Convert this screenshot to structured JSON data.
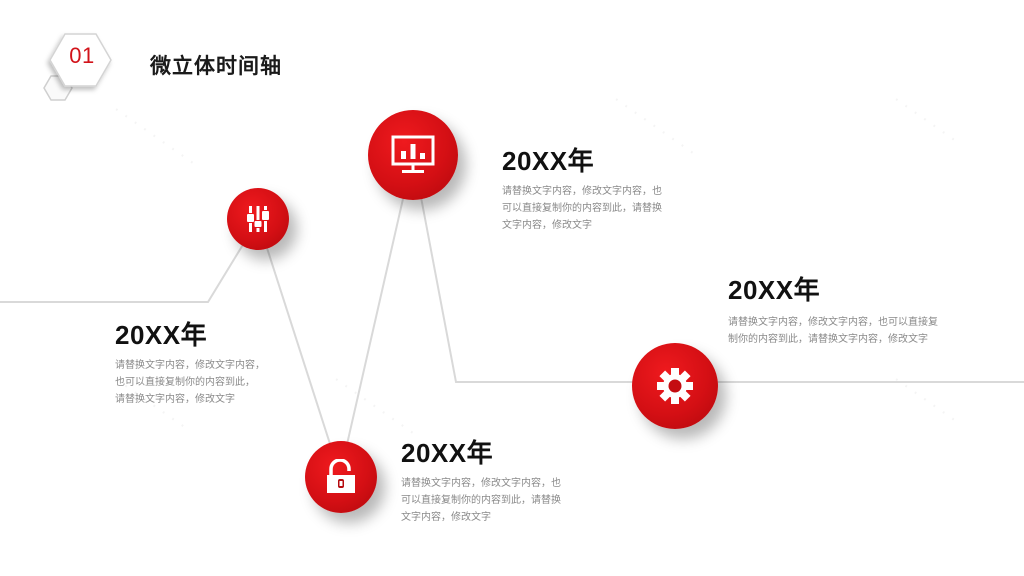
{
  "header": {
    "badge_number": "01",
    "title": "微立体时间轴"
  },
  "colors": {
    "accent": "#d2131a",
    "line": "#d9d9d9",
    "year_text": "#111111",
    "desc_text": "#8a8a8a"
  },
  "timeline": [
    {
      "icon": "sliders-icon",
      "year": "20XX年",
      "desc_lines": [
        "请替换文字内容，修改文字内容，",
        "也可以直接复制你的内容到此，",
        "请替换文字内容，修改文字"
      ]
    },
    {
      "icon": "lock-icon",
      "year": "20XX年",
      "desc_lines": [
        "请替换文字内容，修改文字内容，也",
        "可以直接复制你的内容到此，请替换",
        "文字内容，修改文字"
      ]
    },
    {
      "icon": "monitor-chart-icon",
      "year": "20XX年",
      "desc_lines": [
        "请替换文字内容，修改文字内容，也",
        "可以直接复制你的内容到此，请替换",
        "文字内容，修改文字"
      ]
    },
    {
      "icon": "gear-icon",
      "year": "20XX年",
      "desc_lines": [
        "请替换文字内容，修改文字内容，也可以直接复",
        "制你的内容到此，请替换文字内容，修改文字"
      ]
    }
  ]
}
